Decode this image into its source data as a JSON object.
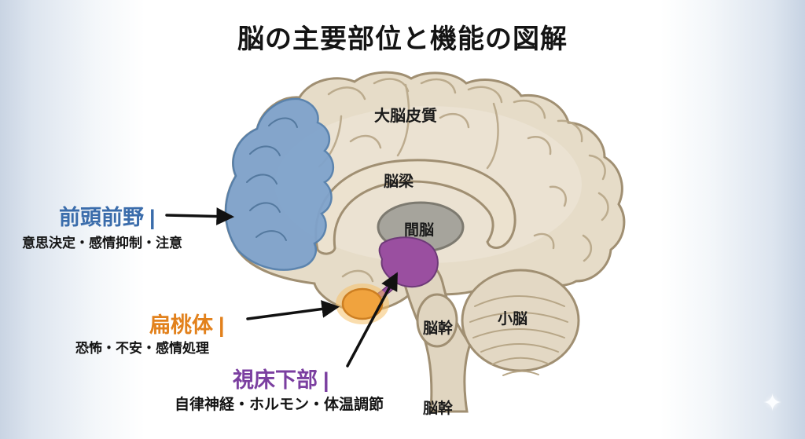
{
  "title": "脳の主要部位と機能の図解",
  "region_labels": {
    "cerebral_cortex": "大脳皮質",
    "corpus_callosum": "脳梁",
    "diencephalon": "間脳",
    "brainstem_upper": "脳幹",
    "cerebellum": "小脳",
    "brainstem_lower": "脳幹"
  },
  "callouts": {
    "prefrontal": {
      "label": "前頭前野",
      "separator": "|",
      "description": "意思決定・感情抑制・注意",
      "color": "#3a6cab"
    },
    "amygdala": {
      "label": "扁桃体",
      "separator": "|",
      "description": "恐怖・不安・感情処理",
      "color": "#e2811c"
    },
    "hypothalamus": {
      "label": "視床下部",
      "separator": "|",
      "description": "自律神経・ホルモン・体温調節",
      "color": "#7b3fa0"
    }
  },
  "colors": {
    "frontal_highlight": "#7fa3cc",
    "amygdala_fill": "#f0a33e",
    "hypothalamus_fill": "#9a4fa0",
    "diencephalon_fill": "#a6a49c",
    "brain_fill": "#e6dcc8",
    "brain_outline": "#a08f72"
  },
  "icons": {
    "sparkle": "✦"
  }
}
